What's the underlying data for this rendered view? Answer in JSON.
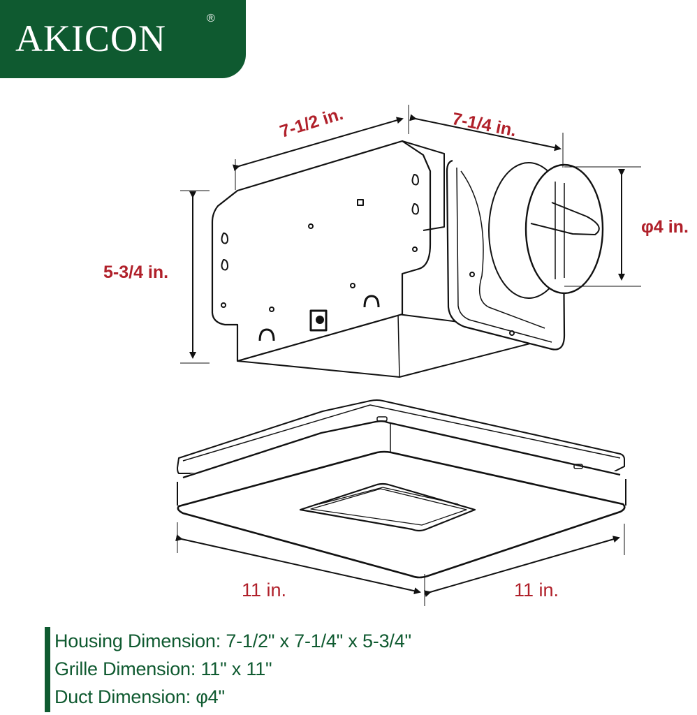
{
  "brand": {
    "name": "AKICON",
    "registered_mark": "®",
    "color": "#0f5a30"
  },
  "colors": {
    "dimension_text": "#b0202a",
    "spec_text": "#0f5a30",
    "line_art": "#111111",
    "background": "#ffffff"
  },
  "housing": {
    "width_label": "7-1/2 in.",
    "depth_label": "7-1/4 in.",
    "height_label": "5-3/4 in.",
    "duct_label": "φ4 in."
  },
  "grille": {
    "left_label": "11 in.",
    "right_label": "11 in."
  },
  "specs": [
    {
      "label": "Housing Dimension: 7-1/2\" x 7-1/4\" x 5-3/4\""
    },
    {
      "label": "Grille Dimension: 11\" x 11\""
    },
    {
      "label": "Duct Dimension: φ4\""
    }
  ]
}
